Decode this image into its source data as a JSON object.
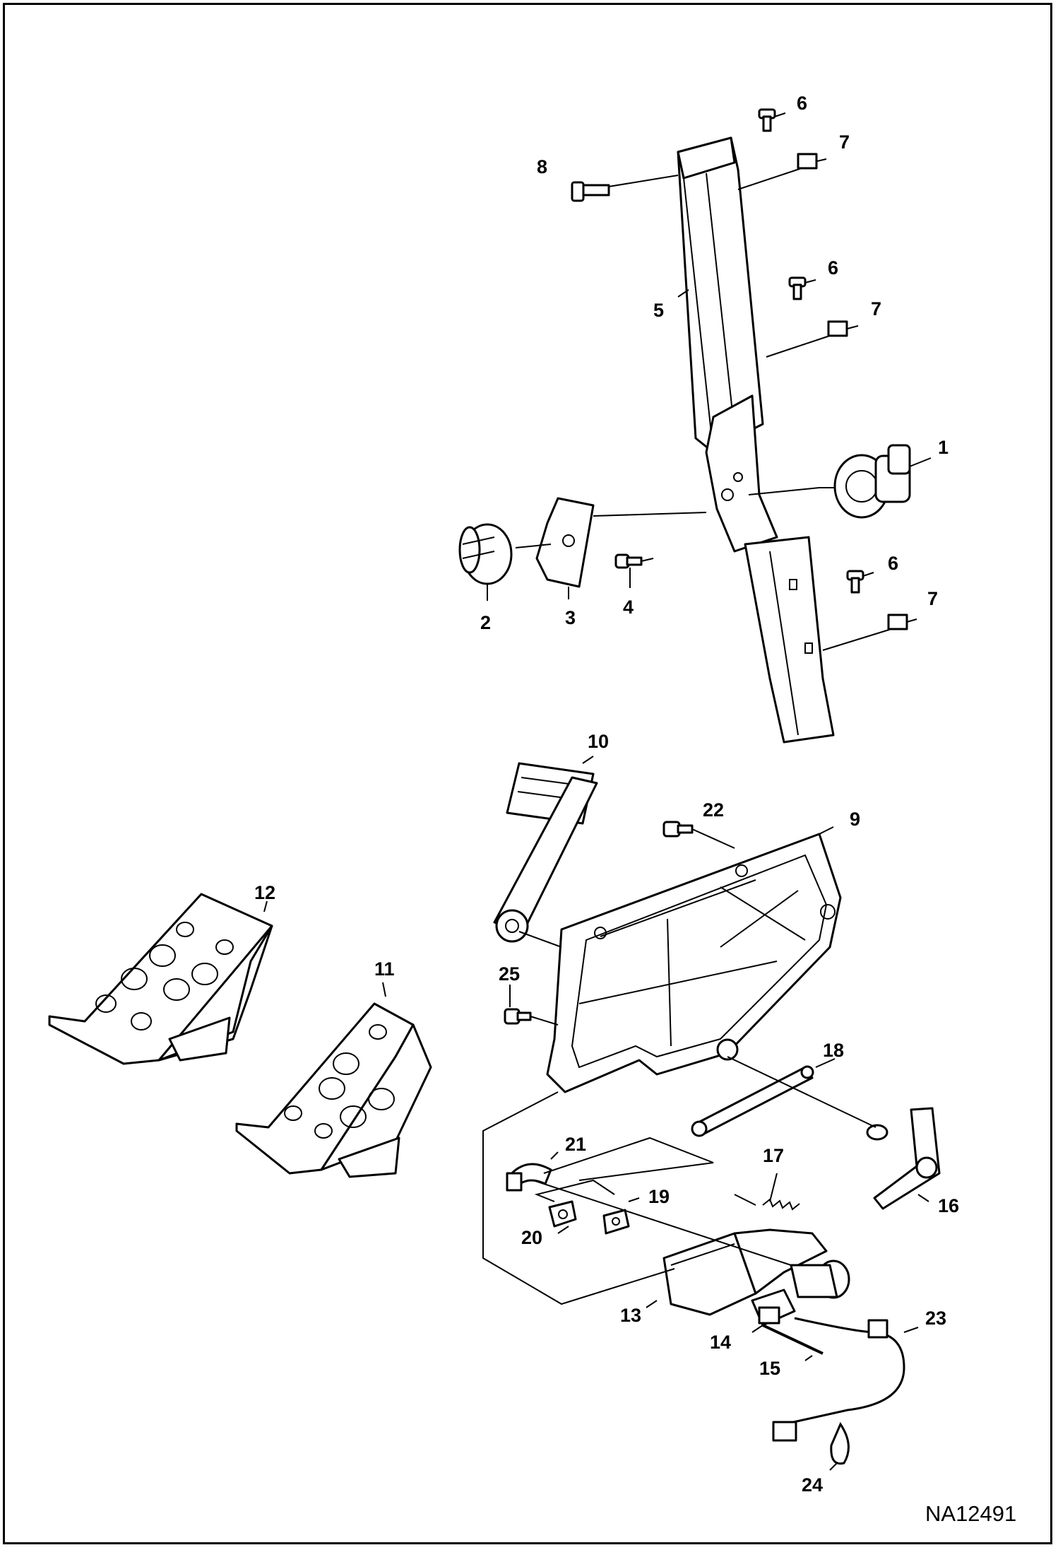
{
  "diagram": {
    "reference_number": "NA12491",
    "callouts": [
      "1",
      "2",
      "3",
      "4",
      "5",
      "6",
      "6",
      "6",
      "7",
      "7",
      "7",
      "8",
      "9",
      "10",
      "11",
      "12",
      "13",
      "14",
      "15",
      "16",
      "17",
      "18",
      "19",
      "20",
      "21",
      "22",
      "23",
      "24",
      "25"
    ]
  }
}
